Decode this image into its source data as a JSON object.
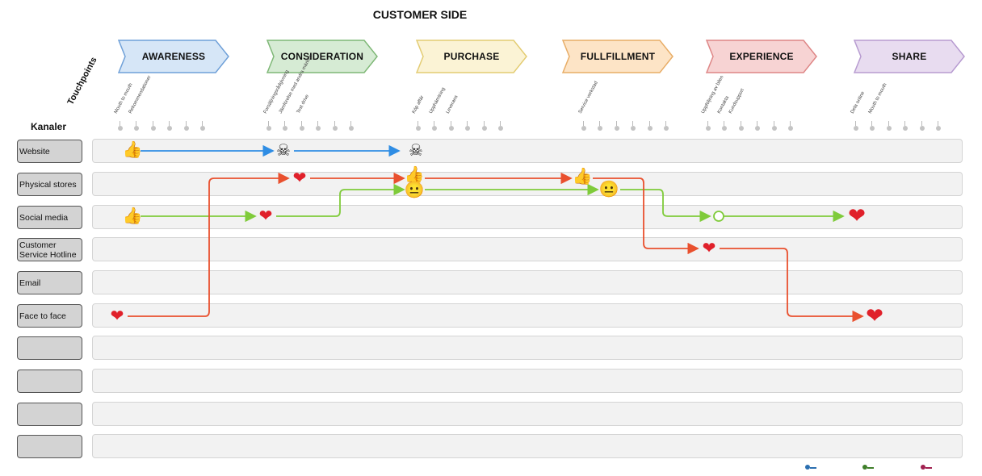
{
  "title": "CUSTOMER SIDE",
  "stages": [
    {
      "label": "AWARENESS",
      "fill": "#d6e6f7",
      "stroke": "#6fa0d8"
    },
    {
      "label": "CONSIDERATION",
      "fill": "#d6ebd4",
      "stroke": "#7fb877"
    },
    {
      "label": "PURCHASE",
      "fill": "#fbf3d5",
      "stroke": "#e3cc73"
    },
    {
      "label": "FULLFILLMENT",
      "fill": "#fde4c6",
      "stroke": "#e8ad67"
    },
    {
      "label": "EXPERIENCE",
      "fill": "#f7d3d3",
      "stroke": "#de8686"
    },
    {
      "label": "SHARE",
      "fill": "#e8dcf0",
      "stroke": "#b79bd0"
    }
  ],
  "touchpoints_title": "Touchpoints",
  "channels_title": "Kanaler",
  "touchpoints": [
    "Mouth to mouth",
    "Rekommendationer",
    "Forsäljningsrådgivning",
    "Jämförelse med andra märken",
    "Test drive",
    "Köp affär",
    "Upphämtning",
    "Leverans",
    "Service verkstad",
    "Uppföljning av bilen",
    "Kontakta",
    "Kundsupport",
    "Dela online",
    "Mouth to mouth"
  ],
  "channels": [
    "Website",
    "Physical stores",
    "Social media",
    "Customer Service Hotline",
    "Email",
    "Face to face",
    "",
    "",
    "",
    ""
  ],
  "emotions": {
    "thumbs_up": "👍",
    "skull": "☠",
    "heart": "❤",
    "neutral": "😐"
  },
  "series_colors": {
    "blue": "#2f8de4",
    "green": "#7fcb3a",
    "red": "#e9502e",
    "legend_red": "#a12150"
  }
}
